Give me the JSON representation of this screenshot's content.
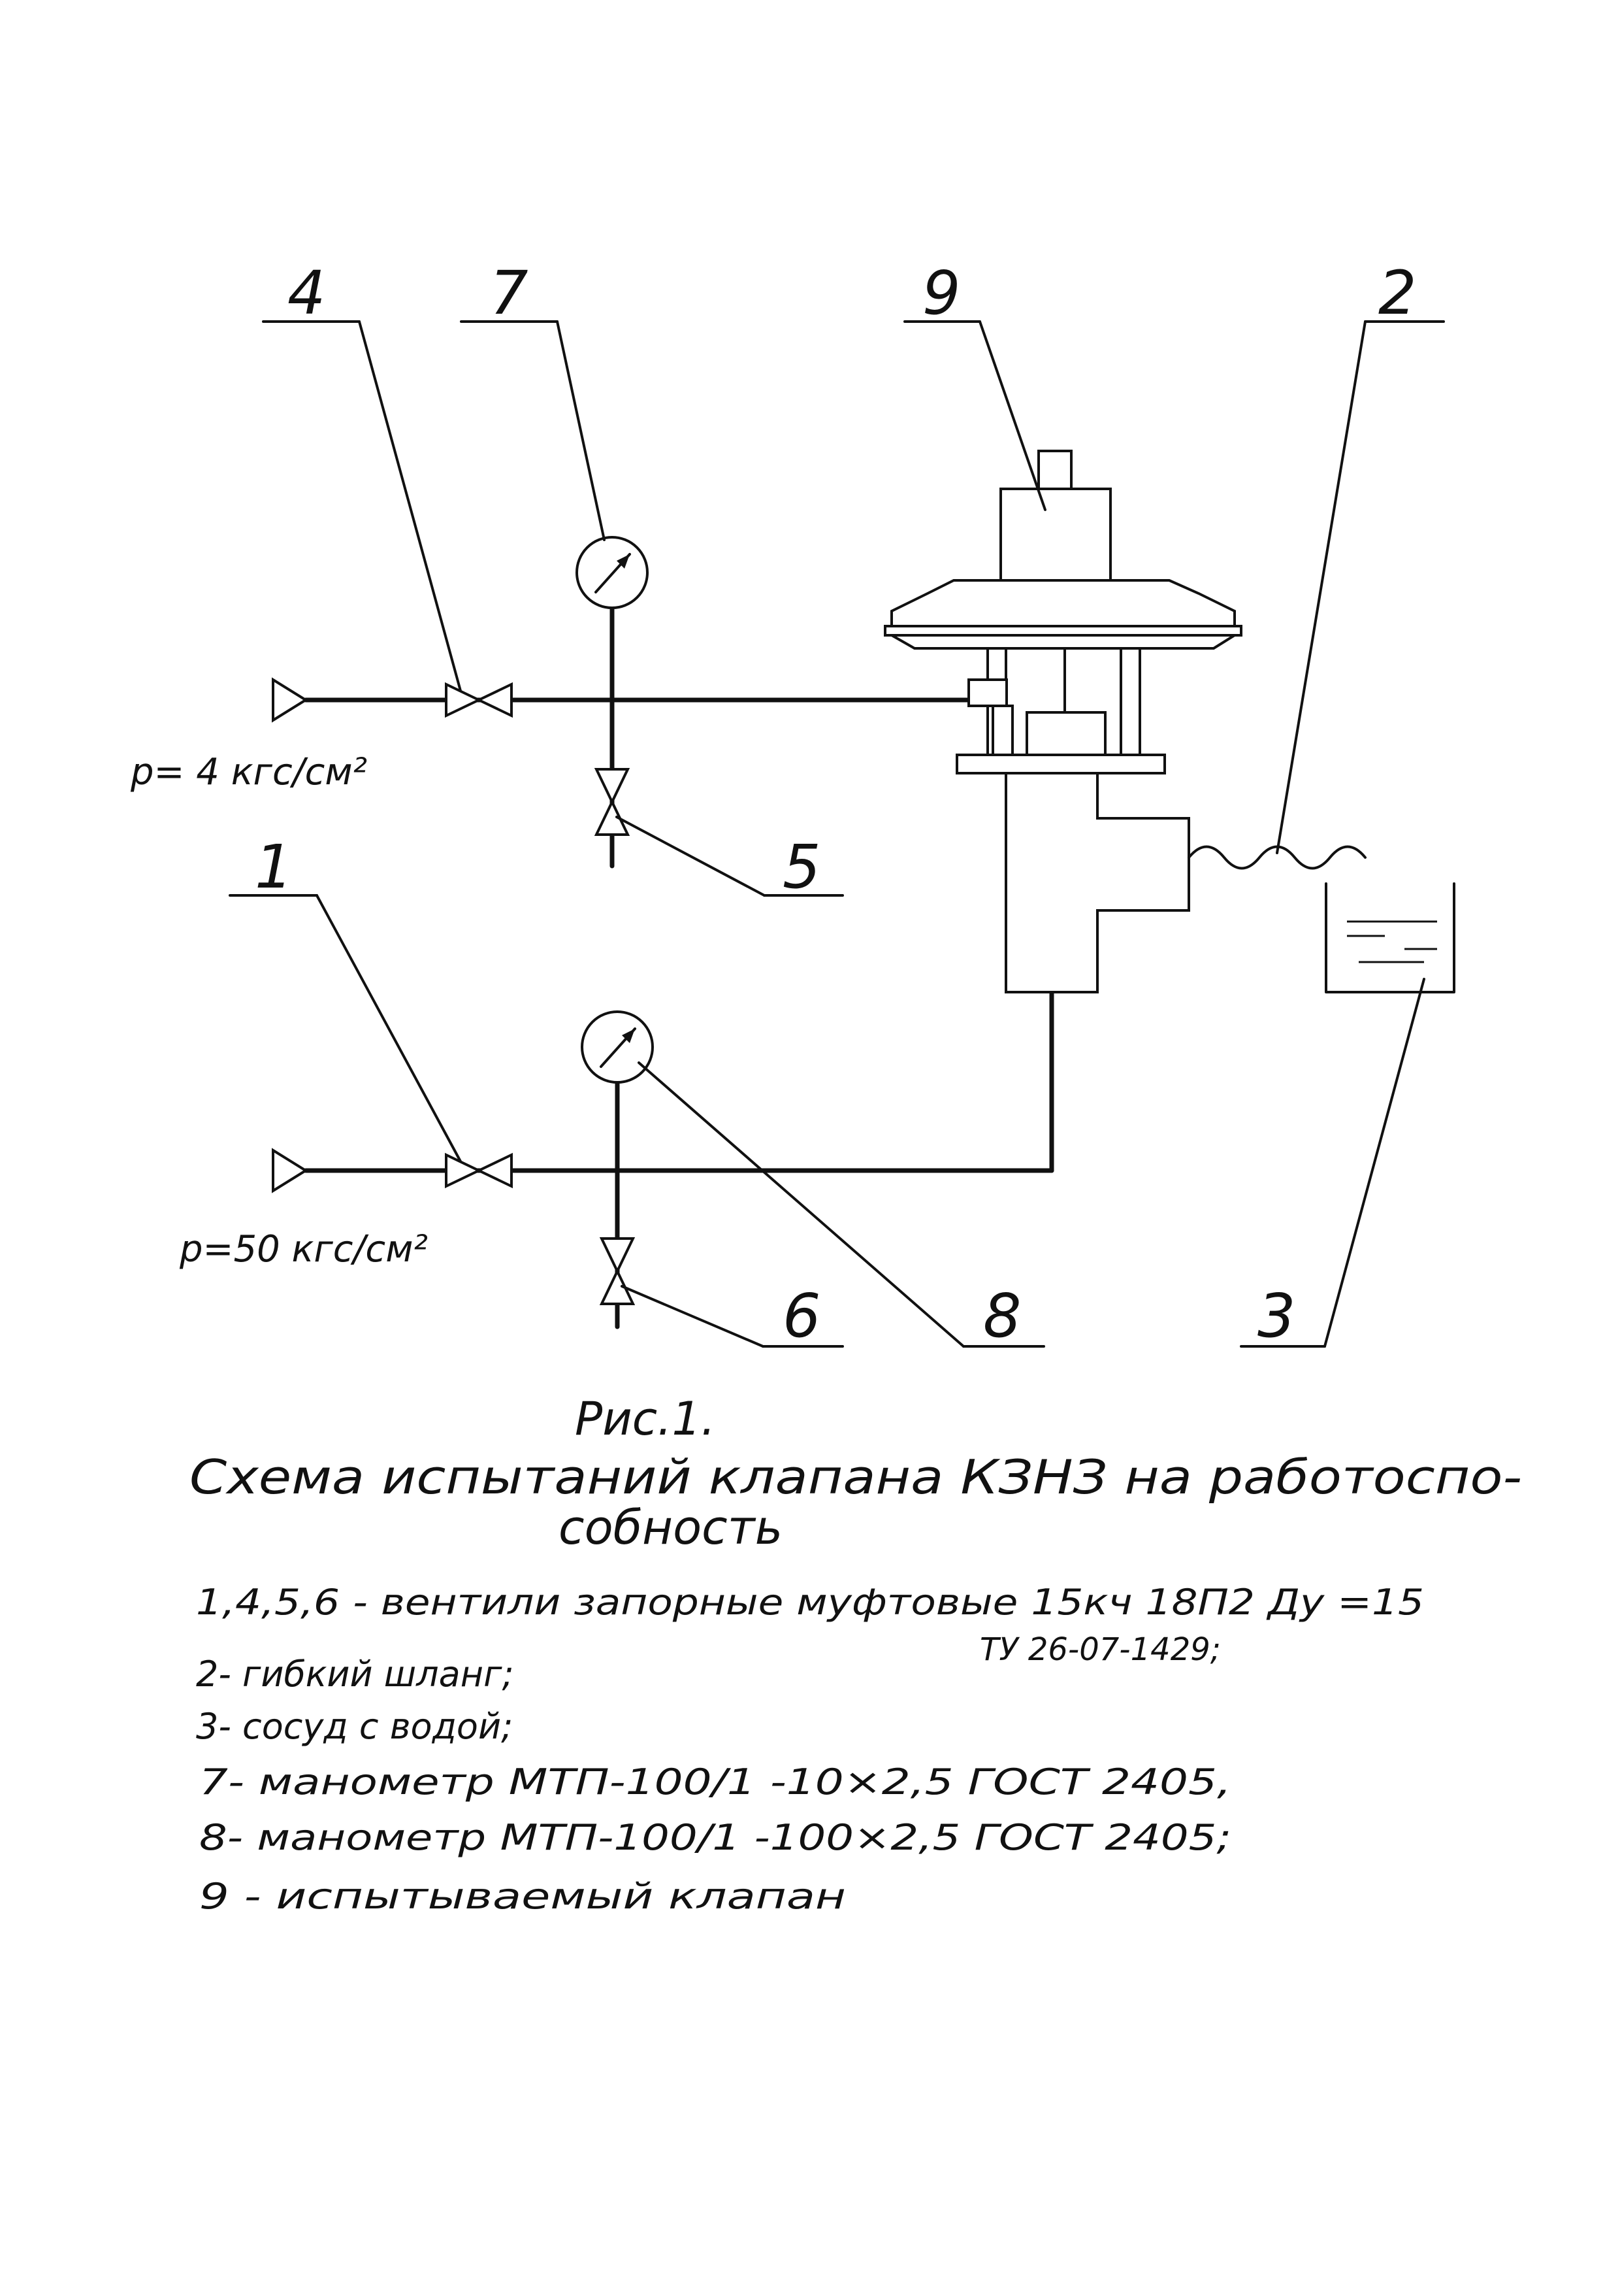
{
  "labels": {
    "n1": "1",
    "n2": "2",
    "n3": "3",
    "n4": "4",
    "n5": "5",
    "n6": "6",
    "n7": "7",
    "n8": "8",
    "n9": "9"
  },
  "pressures": {
    "upper": "p= 4 кгс/см²",
    "lower": "p=50 кгс/см²"
  },
  "caption": {
    "fig": "Рис.1.",
    "line1": "Схема испытаний клапана КЗНЗ на работоспо-",
    "line2": "собность"
  },
  "legend": {
    "l1": "1,4,5,6 - вентили запорные муфтовые 15кч 18П2 Ду =15",
    "l1b": "ТУ 26-07-1429;",
    "l2": "2- гибкий шланг;",
    "l3": "3- сосуд с водой;",
    "l4": "7- манометр МТП-100/1 -10×2,5 ГОСТ 2405,",
    "l5": "8- манометр МТП-100/1 -100×2,5 ГОСТ 2405;",
    "l6": "9 - испытываемый клапан"
  }
}
